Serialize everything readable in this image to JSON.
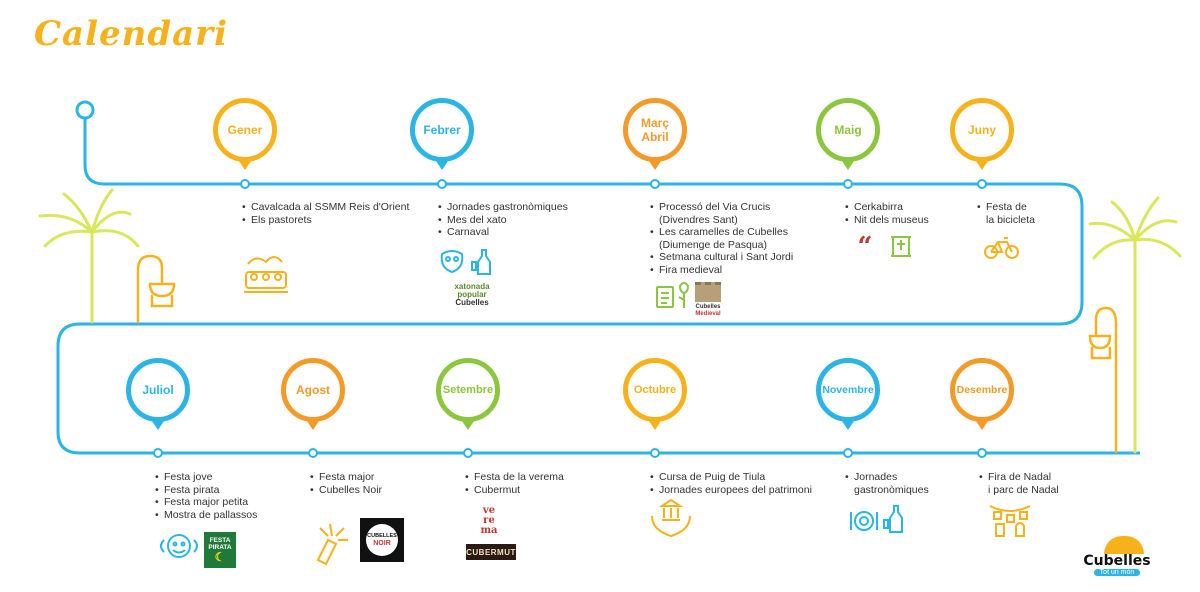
{
  "page": {
    "title": "Calendari"
  },
  "months": [
    {
      "key": "gener",
      "label": [
        "Gener"
      ],
      "color": "#f7b21b",
      "items": [
        [
          "Cavalcada al SSMM Reis d'Orient"
        ],
        [
          "Els pastorets"
        ]
      ]
    },
    {
      "key": "febrer",
      "label": [
        "Febrer"
      ],
      "color": "#2bb5e6",
      "items": [
        [
          "Jornades gastronòmiques"
        ],
        [
          "Mes del xato"
        ],
        [
          "Carnaval"
        ]
      ]
    },
    {
      "key": "marc-abril",
      "label": [
        "Març",
        "Abril"
      ],
      "color": "#f39a28",
      "items": [
        [
          "Processó del Via Crucis",
          "(Divendres Sant)"
        ],
        [
          "Les caramelles de Cubelles",
          "(Diumenge de Pasqua)"
        ],
        [
          "Setmana cultural i Sant Jordi"
        ],
        [
          "Fira medieval"
        ]
      ]
    },
    {
      "key": "maig",
      "label": [
        "Maig"
      ],
      "color": "#8cc63e",
      "items": [
        [
          "Cerkabirra"
        ],
        [
          "Nit dels museus"
        ]
      ]
    },
    {
      "key": "juny",
      "label": [
        "Juny"
      ],
      "color": "#f7b21b",
      "items": [
        [
          "Festa de",
          "la bicicleta"
        ]
      ]
    },
    {
      "key": "juliol",
      "label": [
        "Juliol"
      ],
      "color": "#2bb5e6",
      "items": [
        [
          "Festa jove"
        ],
        [
          "Festa pirata"
        ],
        [
          "Festa major petita"
        ],
        [
          "Mostra de pallassos"
        ]
      ]
    },
    {
      "key": "agost",
      "label": [
        "Agost"
      ],
      "color": "#f39a28",
      "items": [
        [
          "Festa major"
        ],
        [
          "Cubelles Noir"
        ]
      ]
    },
    {
      "key": "setembre",
      "label": [
        "Setembre"
      ],
      "color": "#8cc63e",
      "items": [
        [
          "Festa de la verema"
        ],
        [
          "Cubermut"
        ]
      ]
    },
    {
      "key": "octubre",
      "label": [
        "Octubre"
      ],
      "color": "#f7b21b",
      "items": [
        [
          "Cursa de Puig de Tiula"
        ],
        [
          "Jornades europees del patrimoni"
        ]
      ]
    },
    {
      "key": "novembre",
      "label": [
        "Novembre"
      ],
      "color": "#2bb5e6",
      "items": [
        [
          "Jornades",
          "gastronòmiques"
        ]
      ]
    },
    {
      "key": "desembre",
      "label": [
        "Desembre"
      ],
      "color": "#f39a28",
      "items": [
        [
          "Fira de Nadal",
          "i parc de Nadal"
        ]
      ]
    }
  ],
  "logos": {
    "xato_line1": "xatonada",
    "xato_line2": "popular",
    "xato_line3": "Cubelles",
    "medieval_line1": "Cubelles",
    "medieval_line2": "Medieval",
    "pirata_line1": "FESTA",
    "pirata_line2": "PIRATA",
    "noir_line1": "CUBELLES",
    "noir_line2": "NOIR",
    "verema_line1": "ve",
    "verema_line2": "re",
    "verema_line3": "ma",
    "cubermut": "CUBERMUT",
    "brand_main": "Cubelles",
    "brand_tag": "Tot un món"
  },
  "colors": {
    "line": "#2bb5e6",
    "yellow": "#f7b21b",
    "orange": "#f39a28",
    "green": "#8cc63e",
    "red": "#c9362f"
  }
}
